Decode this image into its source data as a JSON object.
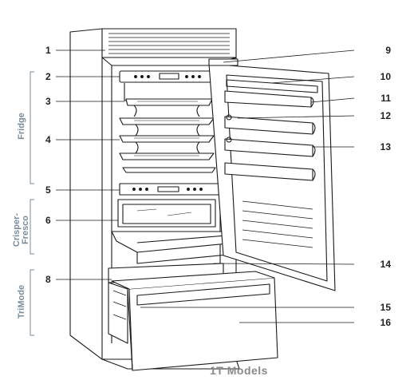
{
  "sections": {
    "fridge": "Fridge",
    "crisper_line1": "Crisper-",
    "crisper_line2": "Fresco",
    "trimode": "TriMode"
  },
  "callouts_left": [
    "1",
    "2",
    "3",
    "4",
    "5",
    "6",
    "8"
  ],
  "callouts_right": [
    "9",
    "10",
    "11",
    "12",
    "13",
    "14",
    "15",
    "16"
  ],
  "caption": "1T Models",
  "colors": {
    "line": "#1a1a1a",
    "section_label": "#7a8b99",
    "caption": "#8a8a8a"
  }
}
